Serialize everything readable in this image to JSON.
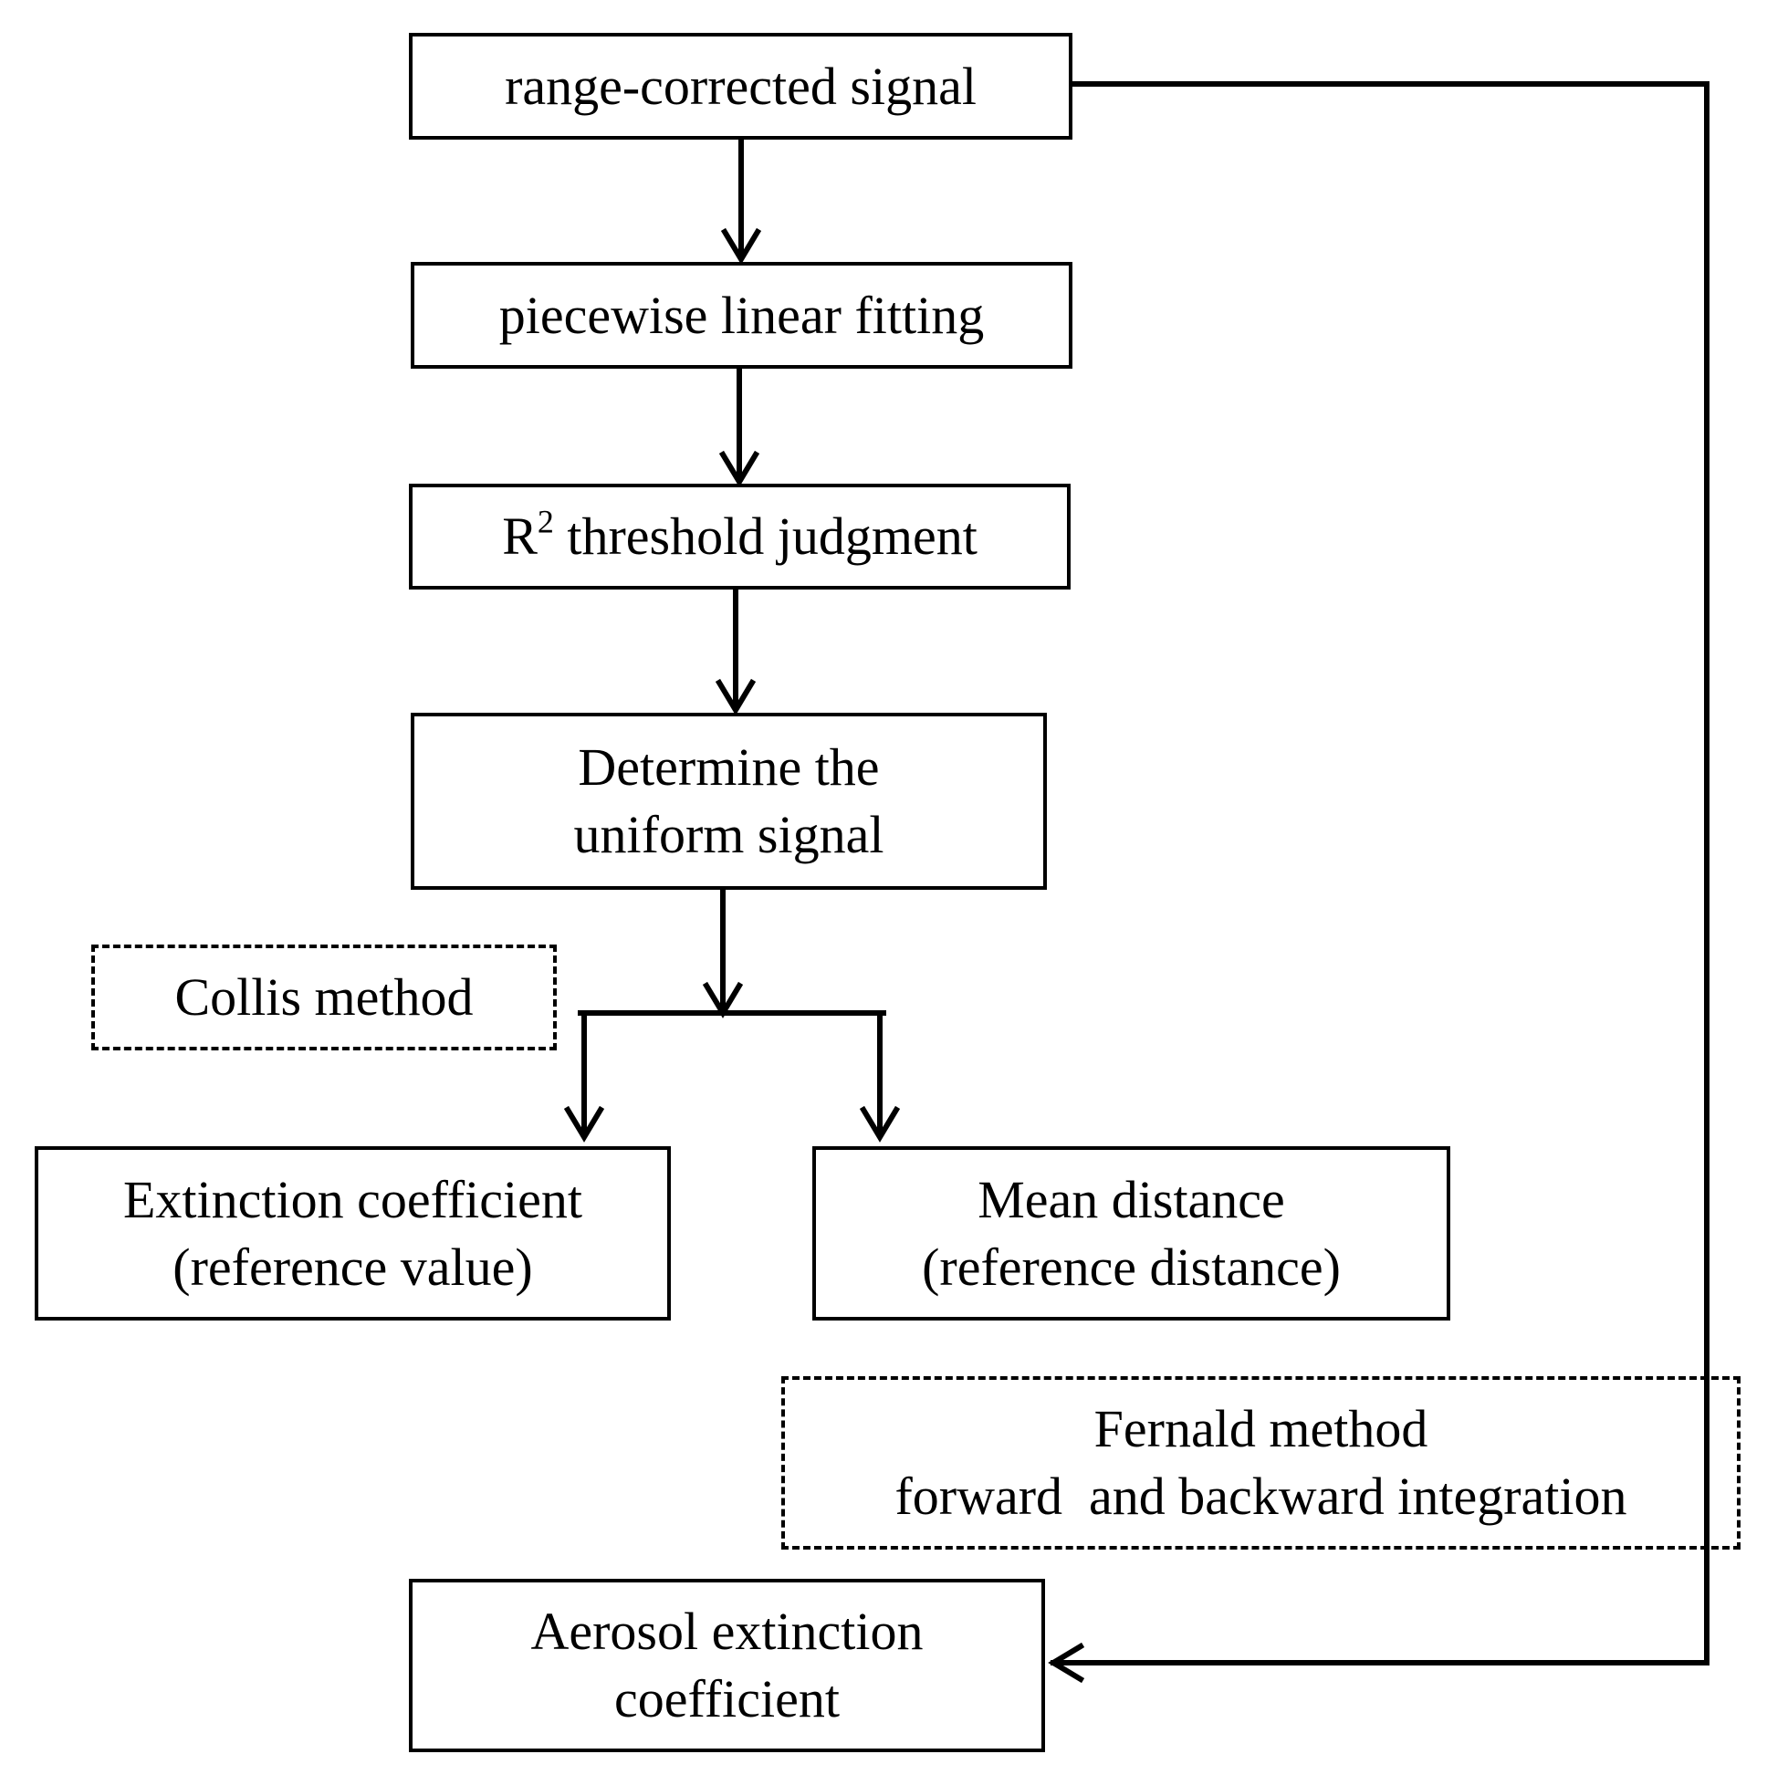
{
  "nodes": {
    "range_corrected": {
      "line1": "range-corrected signal"
    },
    "piecewise": {
      "line1": "piecewise linear fitting"
    },
    "r2_threshold": {
      "base": "R",
      "sup": "2",
      "rest": " threshold judgment"
    },
    "uniform_signal": {
      "line1": "Determine the",
      "line2": "uniform signal"
    },
    "collis": {
      "line1": "Collis method"
    },
    "extinction_ref": {
      "line1": "Extinction coefficient",
      "line2": "(reference value)"
    },
    "mean_distance": {
      "line1": "Mean distance",
      "line2": "(reference distance)"
    },
    "fernald": {
      "line1": "Fernald method",
      "line2": "forward  and backward integration"
    },
    "aerosol": {
      "line1": "Aerosol extinction",
      "line2": "coefficient"
    }
  },
  "colors": {
    "stroke": "#000000",
    "background": "#ffffff"
  }
}
